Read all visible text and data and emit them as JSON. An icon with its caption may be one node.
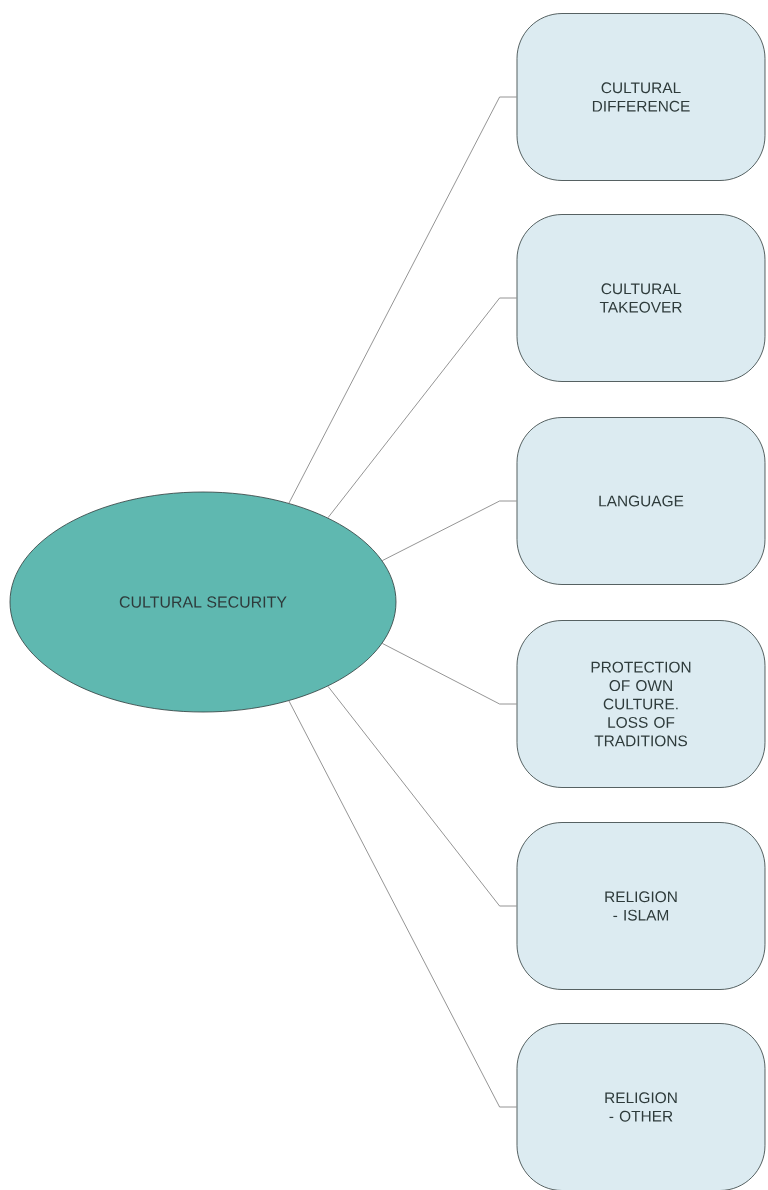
{
  "diagram": {
    "nodes": [
      {
        "text": [
          "CULTURAL SECURITY"
        ]
      },
      {
        "text": [
          "CULTURAL DIFFERENCE"
        ]
      },
      {
        "text": [
          "CULTURAL TAKEOVER"
        ]
      },
      {
        "text": [
          "LANGUAGE"
        ]
      },
      {
        "text": [
          "PROTECTION OF OWN CULTURE. LOSS OF TRADITIONS"
        ]
      },
      {
        "text": [
          "RELIGION - ISLAM"
        ]
      },
      {
        "text": [
          "RELIGION - OTHER"
        ]
      }
    ],
    "edges": [
      {
        "from": 0,
        "to": 1,
        "arrow": "none"
      },
      {
        "from": 0,
        "to": 2,
        "arrow": "none"
      },
      {
        "from": 0,
        "to": 3,
        "arrow": "none"
      },
      {
        "from": 0,
        "to": 4,
        "arrow": "none"
      },
      {
        "from": 0,
        "to": 5,
        "arrow": "none"
      },
      {
        "from": 0,
        "to": 6,
        "arrow": "none"
      }
    ]
  }
}
